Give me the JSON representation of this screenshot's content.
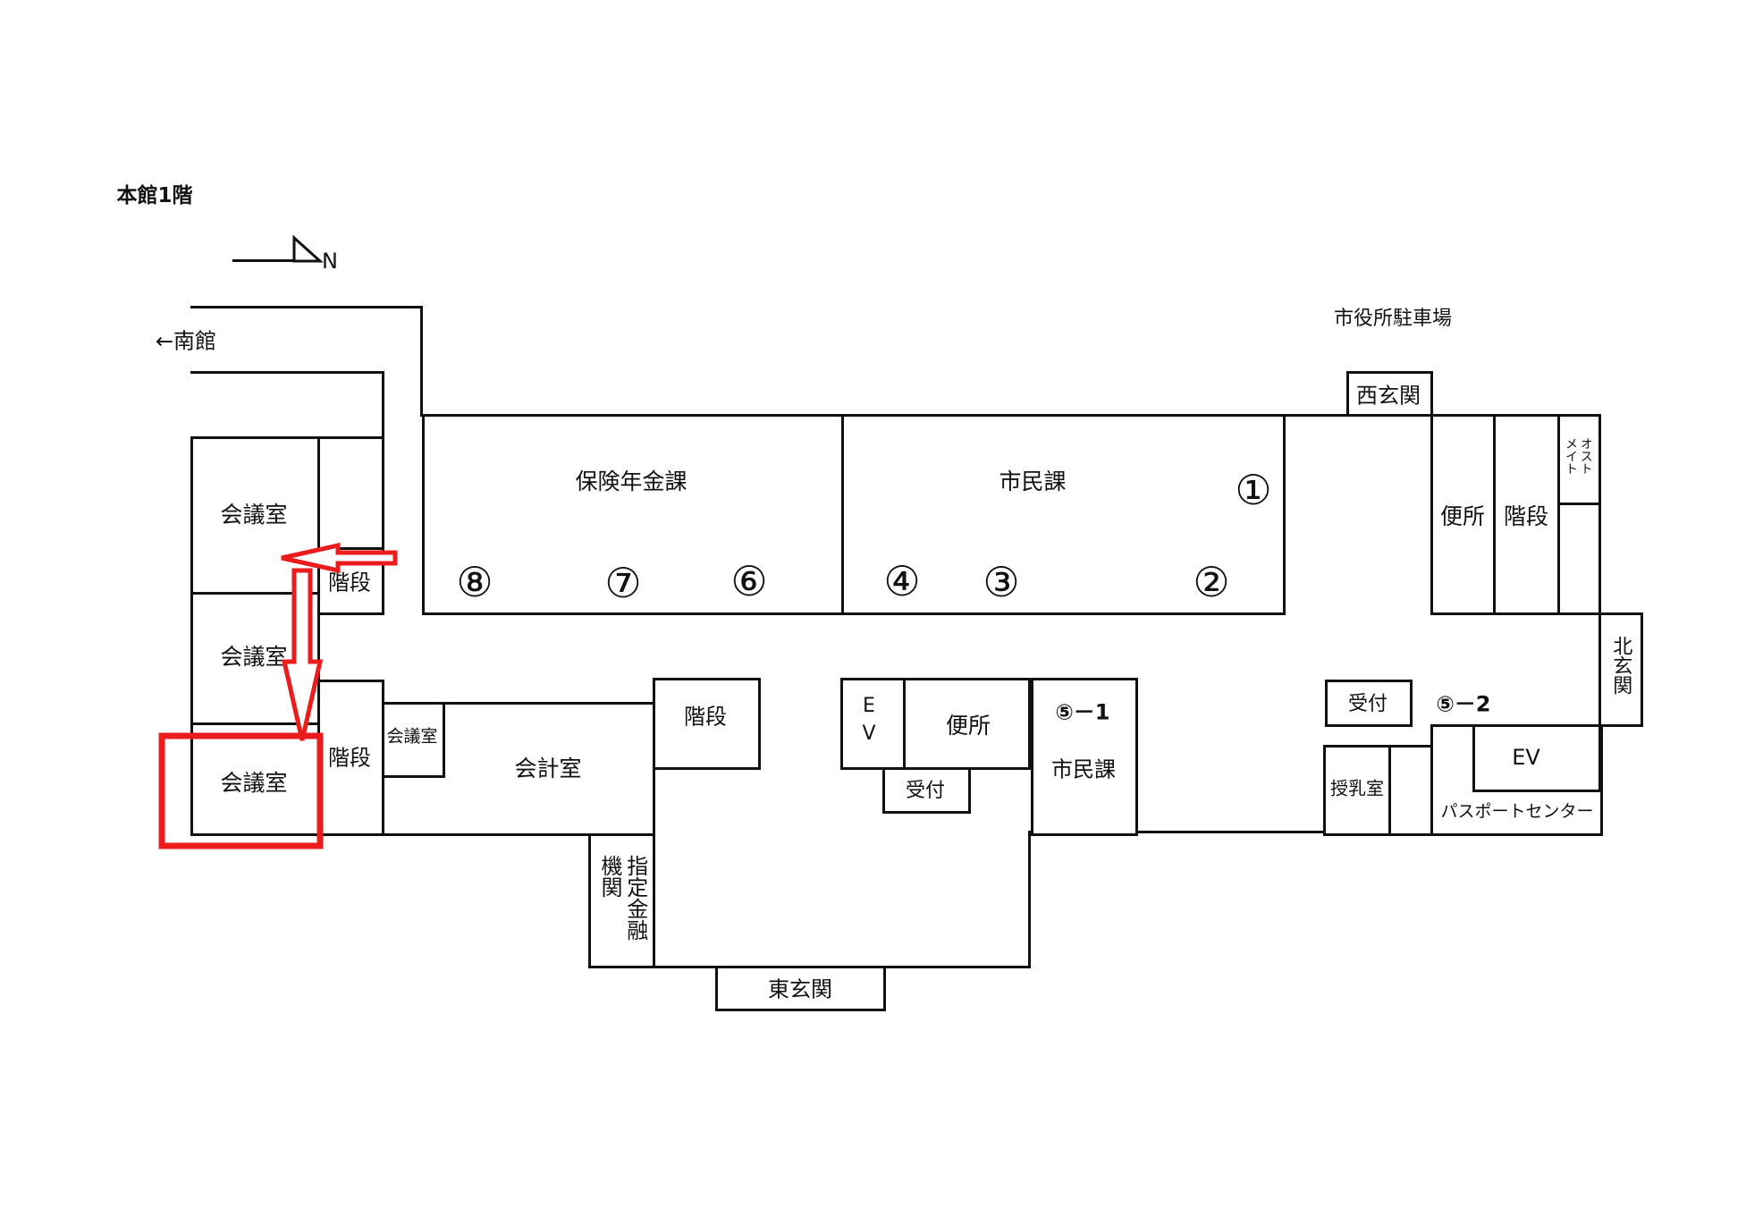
{
  "title": "本館1階",
  "compass": {
    "north": "N"
  },
  "notes": {
    "south_wing": "←南館",
    "parking": "市役所駐車場"
  },
  "departments": {
    "insurance_pension": "保険年金課",
    "citizens_main": "市民課",
    "accounting": "会計室",
    "designated_bank": "指定金融機関"
  },
  "entrances": {
    "west": "西玄関",
    "east": "東玄関",
    "north": "北玄関"
  },
  "rooms": {
    "meeting1": "会議室",
    "meeting2": "会議室",
    "meeting3": "会議室",
    "meeting_small": "会議室",
    "stairs_a": "階段",
    "stairs_b": "階段",
    "stairs_c": "階段",
    "stairs_right": "階段",
    "toilet_center": "便所",
    "toilet_right": "便所",
    "elevator_center_line1": "E",
    "elevator_center_line2": "V",
    "elevator_right": "EV",
    "reception_center": "受付",
    "reception_right": "受付",
    "nursing": "授乳室",
    "passport_center": "パスポートセンター",
    "ostomate": "オストメイト"
  },
  "counters": {
    "no5_1": "⑤－1",
    "no5_1_dept": "市民課",
    "no5_2": "⑤－2"
  },
  "window_numbers": {
    "n1": "①",
    "n2": "②",
    "n3": "③",
    "n4": "④",
    "n6": "⑥",
    "n7": "⑦",
    "n8": "⑧"
  },
  "highlight_color": "#ea1c1c"
}
